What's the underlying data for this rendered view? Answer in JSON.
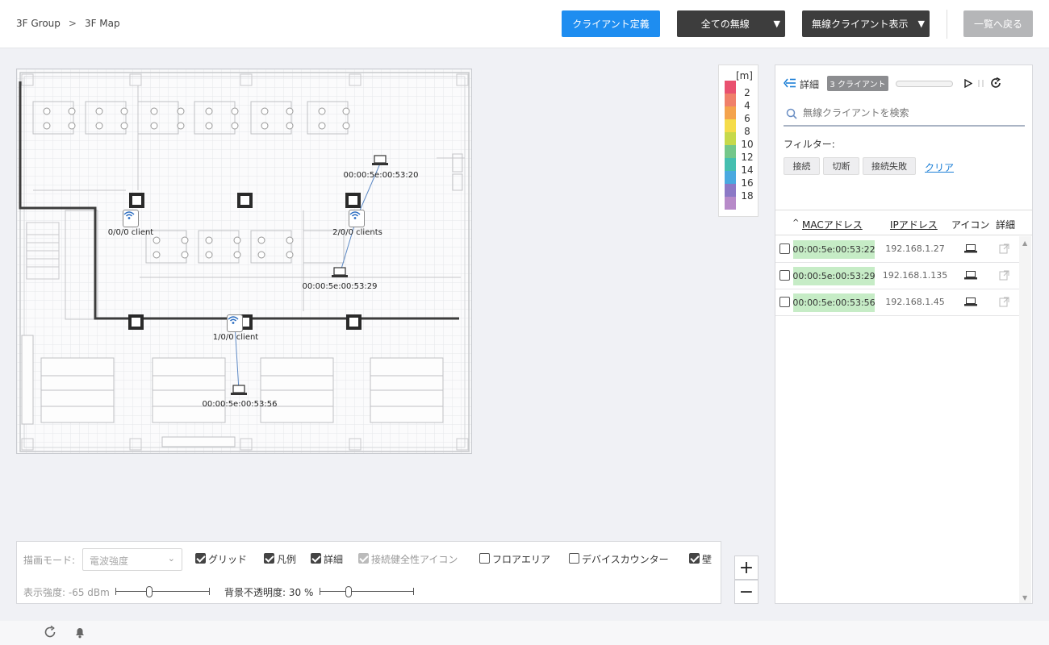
{
  "breadcrumb": {
    "group": "3F Group",
    "separator": ">",
    "map": "3F Map"
  },
  "header": {
    "client_define": "クライアント定義",
    "wireless_select": "全ての無線",
    "client_view_select": "無線クライアント表示",
    "back": "一覧へ戻る",
    "caret": "▼"
  },
  "map": {
    "aps": [
      {
        "label": "0/0/0 client"
      },
      {
        "label": "2/0/0 clients"
      },
      {
        "label": "1/0/0 client"
      }
    ],
    "clients": [
      {
        "label": "00:00:5e:00:53:20"
      },
      {
        "label": "00:00:5e:00:53:29"
      },
      {
        "label": "00:00:5e:00:53:56"
      }
    ]
  },
  "legend": {
    "unit": "[m]",
    "levels": [
      {
        "value": "2",
        "color": "#e9516f"
      },
      {
        "value": "4",
        "color": "#f0806a"
      },
      {
        "value": "6",
        "color": "#f4a34d"
      },
      {
        "value": "8",
        "color": "#f5dc4a"
      },
      {
        "value": "10",
        "color": "#c6d94b"
      },
      {
        "value": "12",
        "color": "#74c78a"
      },
      {
        "value": "14",
        "color": "#45bfb0"
      },
      {
        "value": "16",
        "color": "#4aa9e0"
      },
      {
        "value": "18",
        "color": "#8c79c6"
      },
      {
        "value": "",
        "color": "#b78ac9"
      }
    ]
  },
  "panel": {
    "title": "詳細",
    "badge": "3 クライアント",
    "search_placeholder": "無線クライアントを検索",
    "filter_label": "フィルター:",
    "filters": [
      "接続",
      "切断",
      "接続失敗"
    ],
    "clear": "クリア",
    "columns": {
      "mac": "MACアドレス",
      "ip": "IPアドレス",
      "icon": "アイコン",
      "detail": "詳細"
    },
    "sort_indicator": "^",
    "rows": [
      {
        "mac": "00:00:5e:00:53:22",
        "ip": "192.168.1.27"
      },
      {
        "mac": "00:00:5e:00:53:29",
        "ip": "192.168.1.135"
      },
      {
        "mac": "00:00:5e:00:53:56",
        "ip": "192.168.1.45"
      }
    ]
  },
  "controls": {
    "draw_mode_label": "描画モード:",
    "draw_mode_value": "電波強度",
    "grid": "グリッド",
    "legend": "凡例",
    "detail": "詳細",
    "health_icon": "接続健全性アイコン",
    "floor_area": "フロアエリア",
    "device_counter": "デバイスカウンター",
    "wall": "壁",
    "strength_label": "表示強度: -65 dBm",
    "opacity_label": "背景不透明度: 30 %"
  },
  "zoom": {
    "in": "+",
    "out": "−"
  }
}
